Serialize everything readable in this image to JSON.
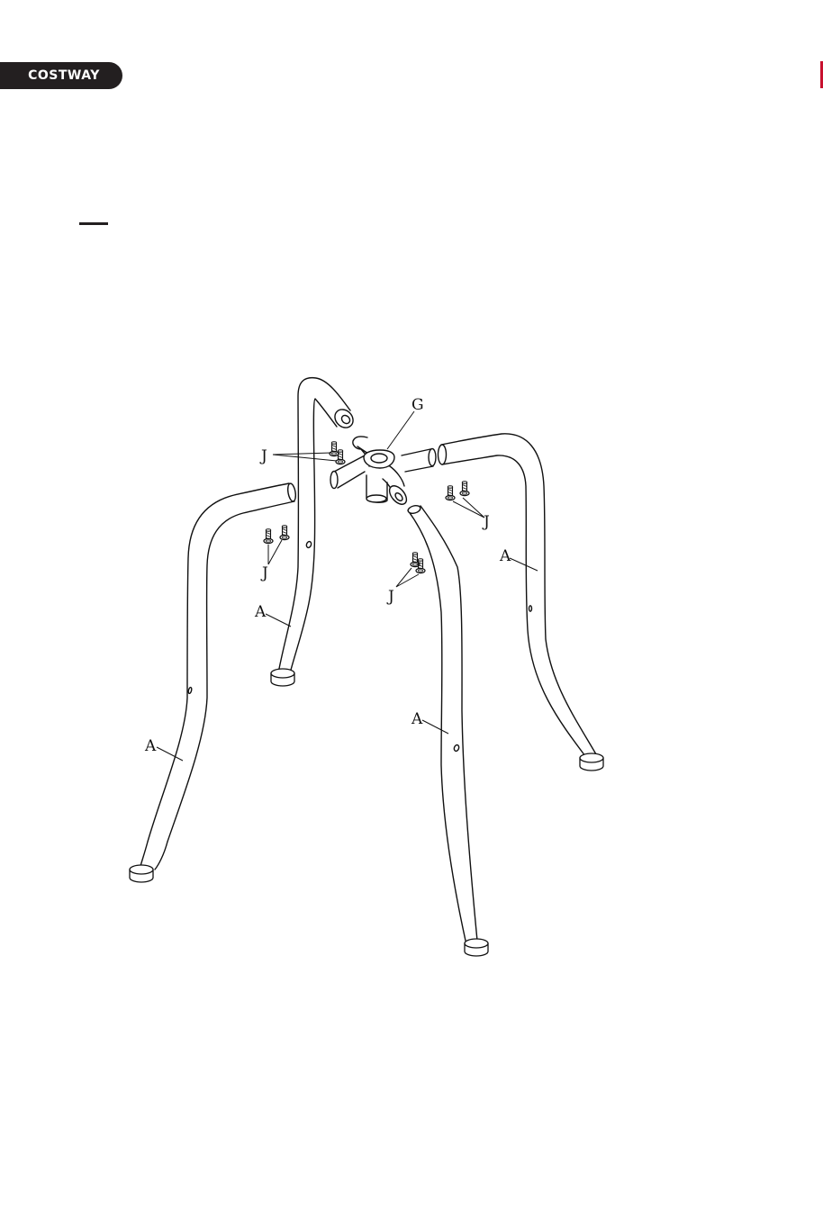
{
  "brand": {
    "name": "COSTWAY"
  },
  "colors": {
    "brand_badge": "#231f20",
    "edge_mark": "#c8102e",
    "line_art": "#111111"
  },
  "diagram": {
    "parts": [
      {
        "id": "A",
        "label": "A"
      },
      {
        "id": "G",
        "label": "G"
      },
      {
        "id": "J",
        "label": "J"
      }
    ],
    "callouts": {
      "g": "G",
      "j1": "J",
      "j2": "J",
      "j3": "J",
      "j4": "J",
      "a1": "A",
      "a2": "A",
      "a3": "A",
      "a4": "A"
    }
  }
}
